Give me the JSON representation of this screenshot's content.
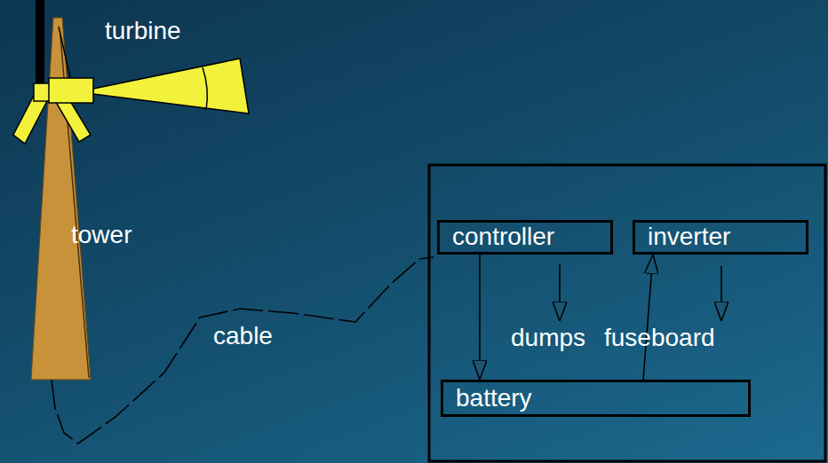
{
  "diagram": {
    "nodes": [
      {
        "text": [
          "controller"
        ]
      },
      {
        "text": [
          "inverter"
        ]
      },
      {
        "text": [
          "battery"
        ]
      }
    ],
    "edges": [
      {
        "from": 0,
        "to": 2,
        "arrow": "to"
      },
      {
        "from": 2,
        "to": 1,
        "arrow": "to"
      }
    ],
    "labels": [
      "turbine",
      "tower",
      "cable",
      "dumps",
      "fuseboard"
    ]
  }
}
